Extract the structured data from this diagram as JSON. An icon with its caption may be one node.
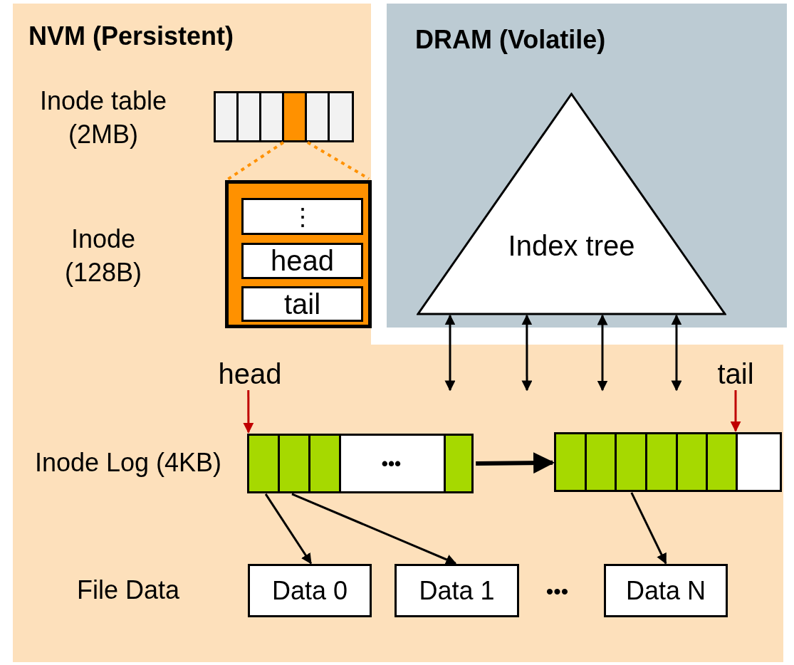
{
  "diagram": {
    "nodes": [
      {
        "text": [
          "NVM (Persistent)"
        ]
      },
      {
        "text": [
          "DRAM (Volatile)"
        ]
      },
      {
        "text": [],
        "shape": "bar",
        "in": 0
      },
      {
        "text": [],
        "shape": "box",
        "in": 0
      },
      {
        "text": [
          "⋮"
        ],
        "in": 3
      },
      {
        "text": [
          "head"
        ],
        "in": 3
      },
      {
        "text": [
          "tail"
        ],
        "in": 3
      },
      {
        "text": [
          "Index tree"
        ],
        "in": 1
      },
      {
        "text": [
          "•••"
        ],
        "in": 0
      },
      {
        "text": [],
        "shape": "bar",
        "in": 0
      },
      {
        "text": [
          "Data 0"
        ],
        "in": 0
      },
      {
        "text": [
          "Data 1"
        ],
        "in": 0
      },
      {
        "text": [
          "Data N"
        ],
        "in": 0
      },
      {
        "text": [
          "head"
        ],
        "in": 0
      },
      {
        "text": [
          "tail"
        ],
        "in": 0
      }
    ],
    "edges": [
      {
        "from": 2,
        "to": 3,
        "arrow": "none",
        "style": "dashed",
        "color": "#ff9100"
      },
      {
        "from": 2,
        "to": 3,
        "arrow": "none",
        "style": "dashed",
        "color": "#ff9100"
      },
      {
        "from": 7,
        "to": null,
        "arrow": "both"
      },
      {
        "from": 7,
        "to": null,
        "arrow": "both"
      },
      {
        "from": 7,
        "to": null,
        "arrow": "both"
      },
      {
        "from": 7,
        "to": null,
        "arrow": "both"
      },
      {
        "from": 13,
        "to": 8,
        "arrow": "to",
        "color": "#c00000"
      },
      {
        "from": 14,
        "to": 9,
        "arrow": "to",
        "color": "#c00000"
      },
      {
        "from": 8,
        "to": 9,
        "arrow": "to",
        "style": "thick"
      },
      {
        "from": 8,
        "to": 10,
        "arrow": "to"
      },
      {
        "from": 8,
        "to": 11,
        "arrow": "to"
      },
      {
        "from": 9,
        "to": 12,
        "arrow": "to"
      }
    ],
    "labels": [
      "Inode table (2MB)",
      "Inode (128B)",
      "Inode Log (4KB)",
      "File Data",
      "•••"
    ]
  }
}
